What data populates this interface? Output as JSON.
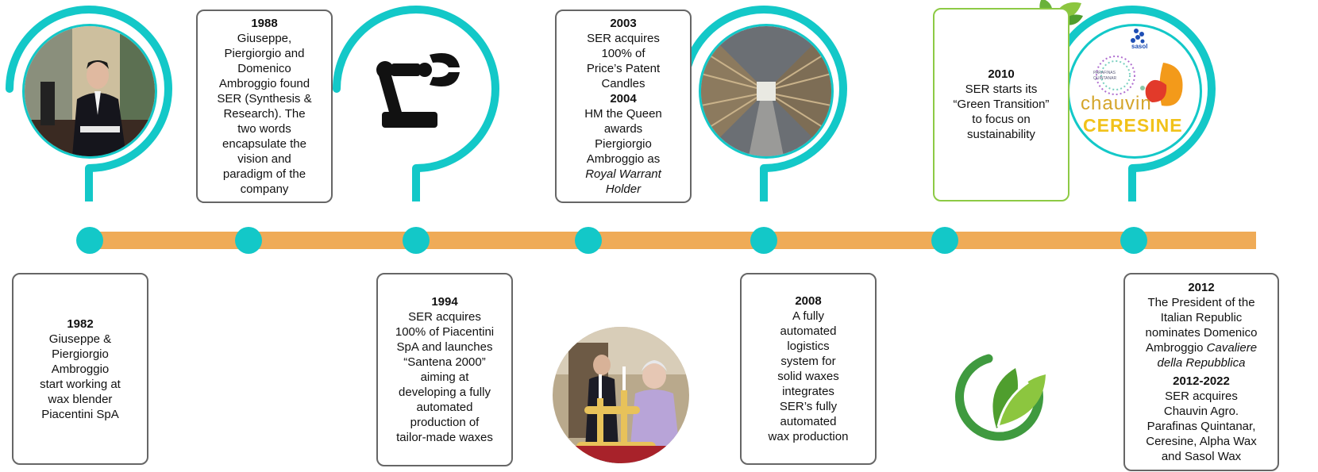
{
  "colors": {
    "teal": "#13c8c8",
    "orange": "#efab57",
    "grey_border": "#666666",
    "green_border": "#8dca45"
  },
  "events": {
    "e1982": {
      "year": "1982",
      "lines": [
        "Giuseppe &",
        "Piergiorgio",
        "Ambroggio",
        "start  working at",
        "wax  blender",
        "Piacentini SpA"
      ]
    },
    "e1988": {
      "year": "1988",
      "lines": [
        "Giuseppe,",
        "Piergiorgio and",
        "Domenico",
        "Ambroggio found",
        "SER (Synthesis &",
        "Research). The",
        "two words",
        "encapsulate the",
        "vision and",
        "paradigm of the",
        "company"
      ]
    },
    "e1994": {
      "year": "1994",
      "lines": [
        "SER acquires",
        "100% of Piacentini",
        "SpA and launches",
        "“Santena 2000”",
        "aiming at",
        "developing a fully",
        "automated",
        "production of",
        "tailor-made waxes"
      ]
    },
    "e2003": {
      "year": "2003",
      "lines": [
        "SER acquires",
        "100% of",
        "Price’s Patent",
        "Candles"
      ],
      "year2": "2004",
      "lines2": [
        "HM the Queen",
        "awards",
        "Piergiorgio",
        "Ambroggio as"
      ],
      "italic2": [
        "Royal Warrant",
        "Holder"
      ]
    },
    "e2008": {
      "year": "2008",
      "lines": [
        "A fully",
        "automated",
        "logistics",
        "system  for",
        "solid waxes",
        "integrates",
        "SER’s  fully",
        "automated",
        "wax production"
      ]
    },
    "e2010": {
      "year": "2010",
      "lines": [
        "SER starts its",
        "“Green Transition”",
        "to focus on",
        "sustainability"
      ]
    },
    "e2012": {
      "year": "2012",
      "lines": [
        "The President of the",
        "Italian Republic",
        "nominates Domenico"
      ],
      "mixed_line": {
        "plain": "Ambroggio ",
        "italic": "Cavaliere"
      },
      "italic_line": "della Repubblica",
      "year2": "2012-2022",
      "lines2": [
        "SER acquires",
        "Chauvin Agro.",
        "Parafinas Quintanar,",
        "Ceresine, Alpha Wax",
        "and Sasol Wax"
      ]
    }
  },
  "logos": {
    "sasol": "sasol",
    "parafinas": "PARAFINAS",
    "quintanar": "QUINTANAR",
    "chauvin": "chauvin",
    "ceresine": "CERESINE"
  },
  "icons": [
    "robot-arm-icon",
    "leaf-icon",
    "sprout-icon"
  ]
}
